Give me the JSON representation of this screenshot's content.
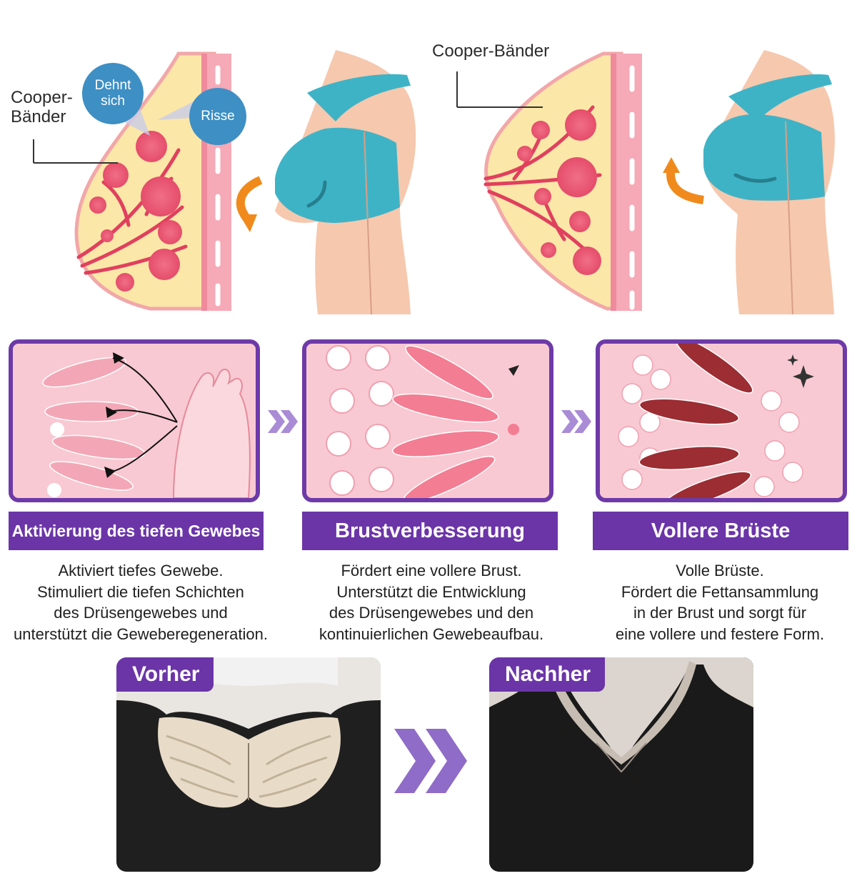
{
  "top_diagram": {
    "left": {
      "cooper_label": [
        "Cooper-",
        "Bänder"
      ],
      "bubble_stretch": [
        "Dehnt",
        "sich"
      ],
      "bubble_tear": "Risse"
    },
    "right": {
      "cooper_label": "Cooper-Bänder"
    }
  },
  "steps": [
    {
      "title": "Aktivierung des tiefen Gewebes",
      "lines": [
        "Aktiviert tiefes Gewebe.",
        "Stimuliert die tiefen Schichten",
        "des Drüsengewebes und",
        "unterstützt die Geweberegeneration."
      ]
    },
    {
      "title": "Brustverbesserung",
      "lines": [
        "Fördert eine vollere Brust.",
        "Unterstützt die Entwicklung",
        "des Drüsengewebes und den",
        "kontinuierlichen Gewebeaufbau."
      ]
    },
    {
      "title": "Vollere Brüste",
      "lines": [
        "Volle Brüste.",
        "Fördert die Fettansammlung",
        "in der Brust und sorgt für",
        "eine vollere und festere Form."
      ]
    }
  ],
  "comparison": {
    "before_label": "Vorher",
    "after_label": "Nachher"
  },
  "colors": {
    "accent_purple": "#6b35a8",
    "bubble_blue": "#3d8fc4",
    "bra_teal": "#3fb3c6",
    "arrow_orange": "#f08a1c",
    "tissue_pink": "#f6a9b6"
  }
}
